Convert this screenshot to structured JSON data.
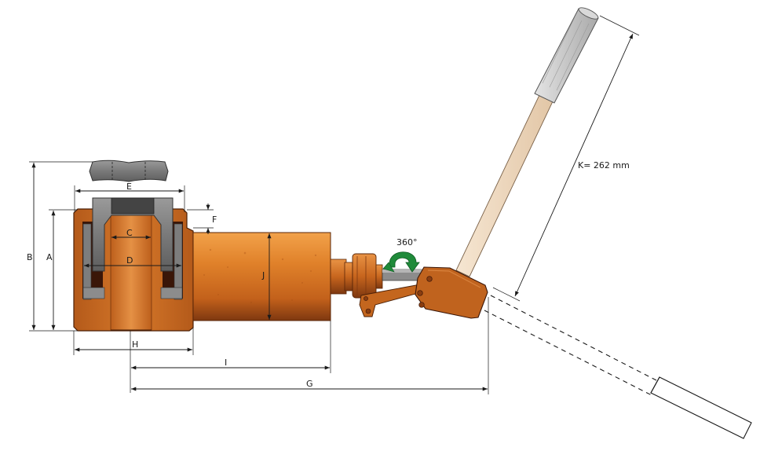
{
  "labels": {
    "A": "A",
    "B": "B",
    "C": "C",
    "D": "D",
    "E": "E",
    "F": "F",
    "G": "G",
    "H": "H",
    "I": "I",
    "J": "J",
    "K": "K= 262 mm",
    "rotation": "360°"
  },
  "colors": {
    "body_orange": "#d5711c",
    "body_dark": "#8a3d10",
    "plunger_grey": "#8c8c8c",
    "handle_cream": "#f2dcc4",
    "grip_grey": "#c9c9c9",
    "rotation_arrow_green": "#1f8a3a"
  },
  "icons": {
    "rotation": "rotate-arrow-icon"
  }
}
